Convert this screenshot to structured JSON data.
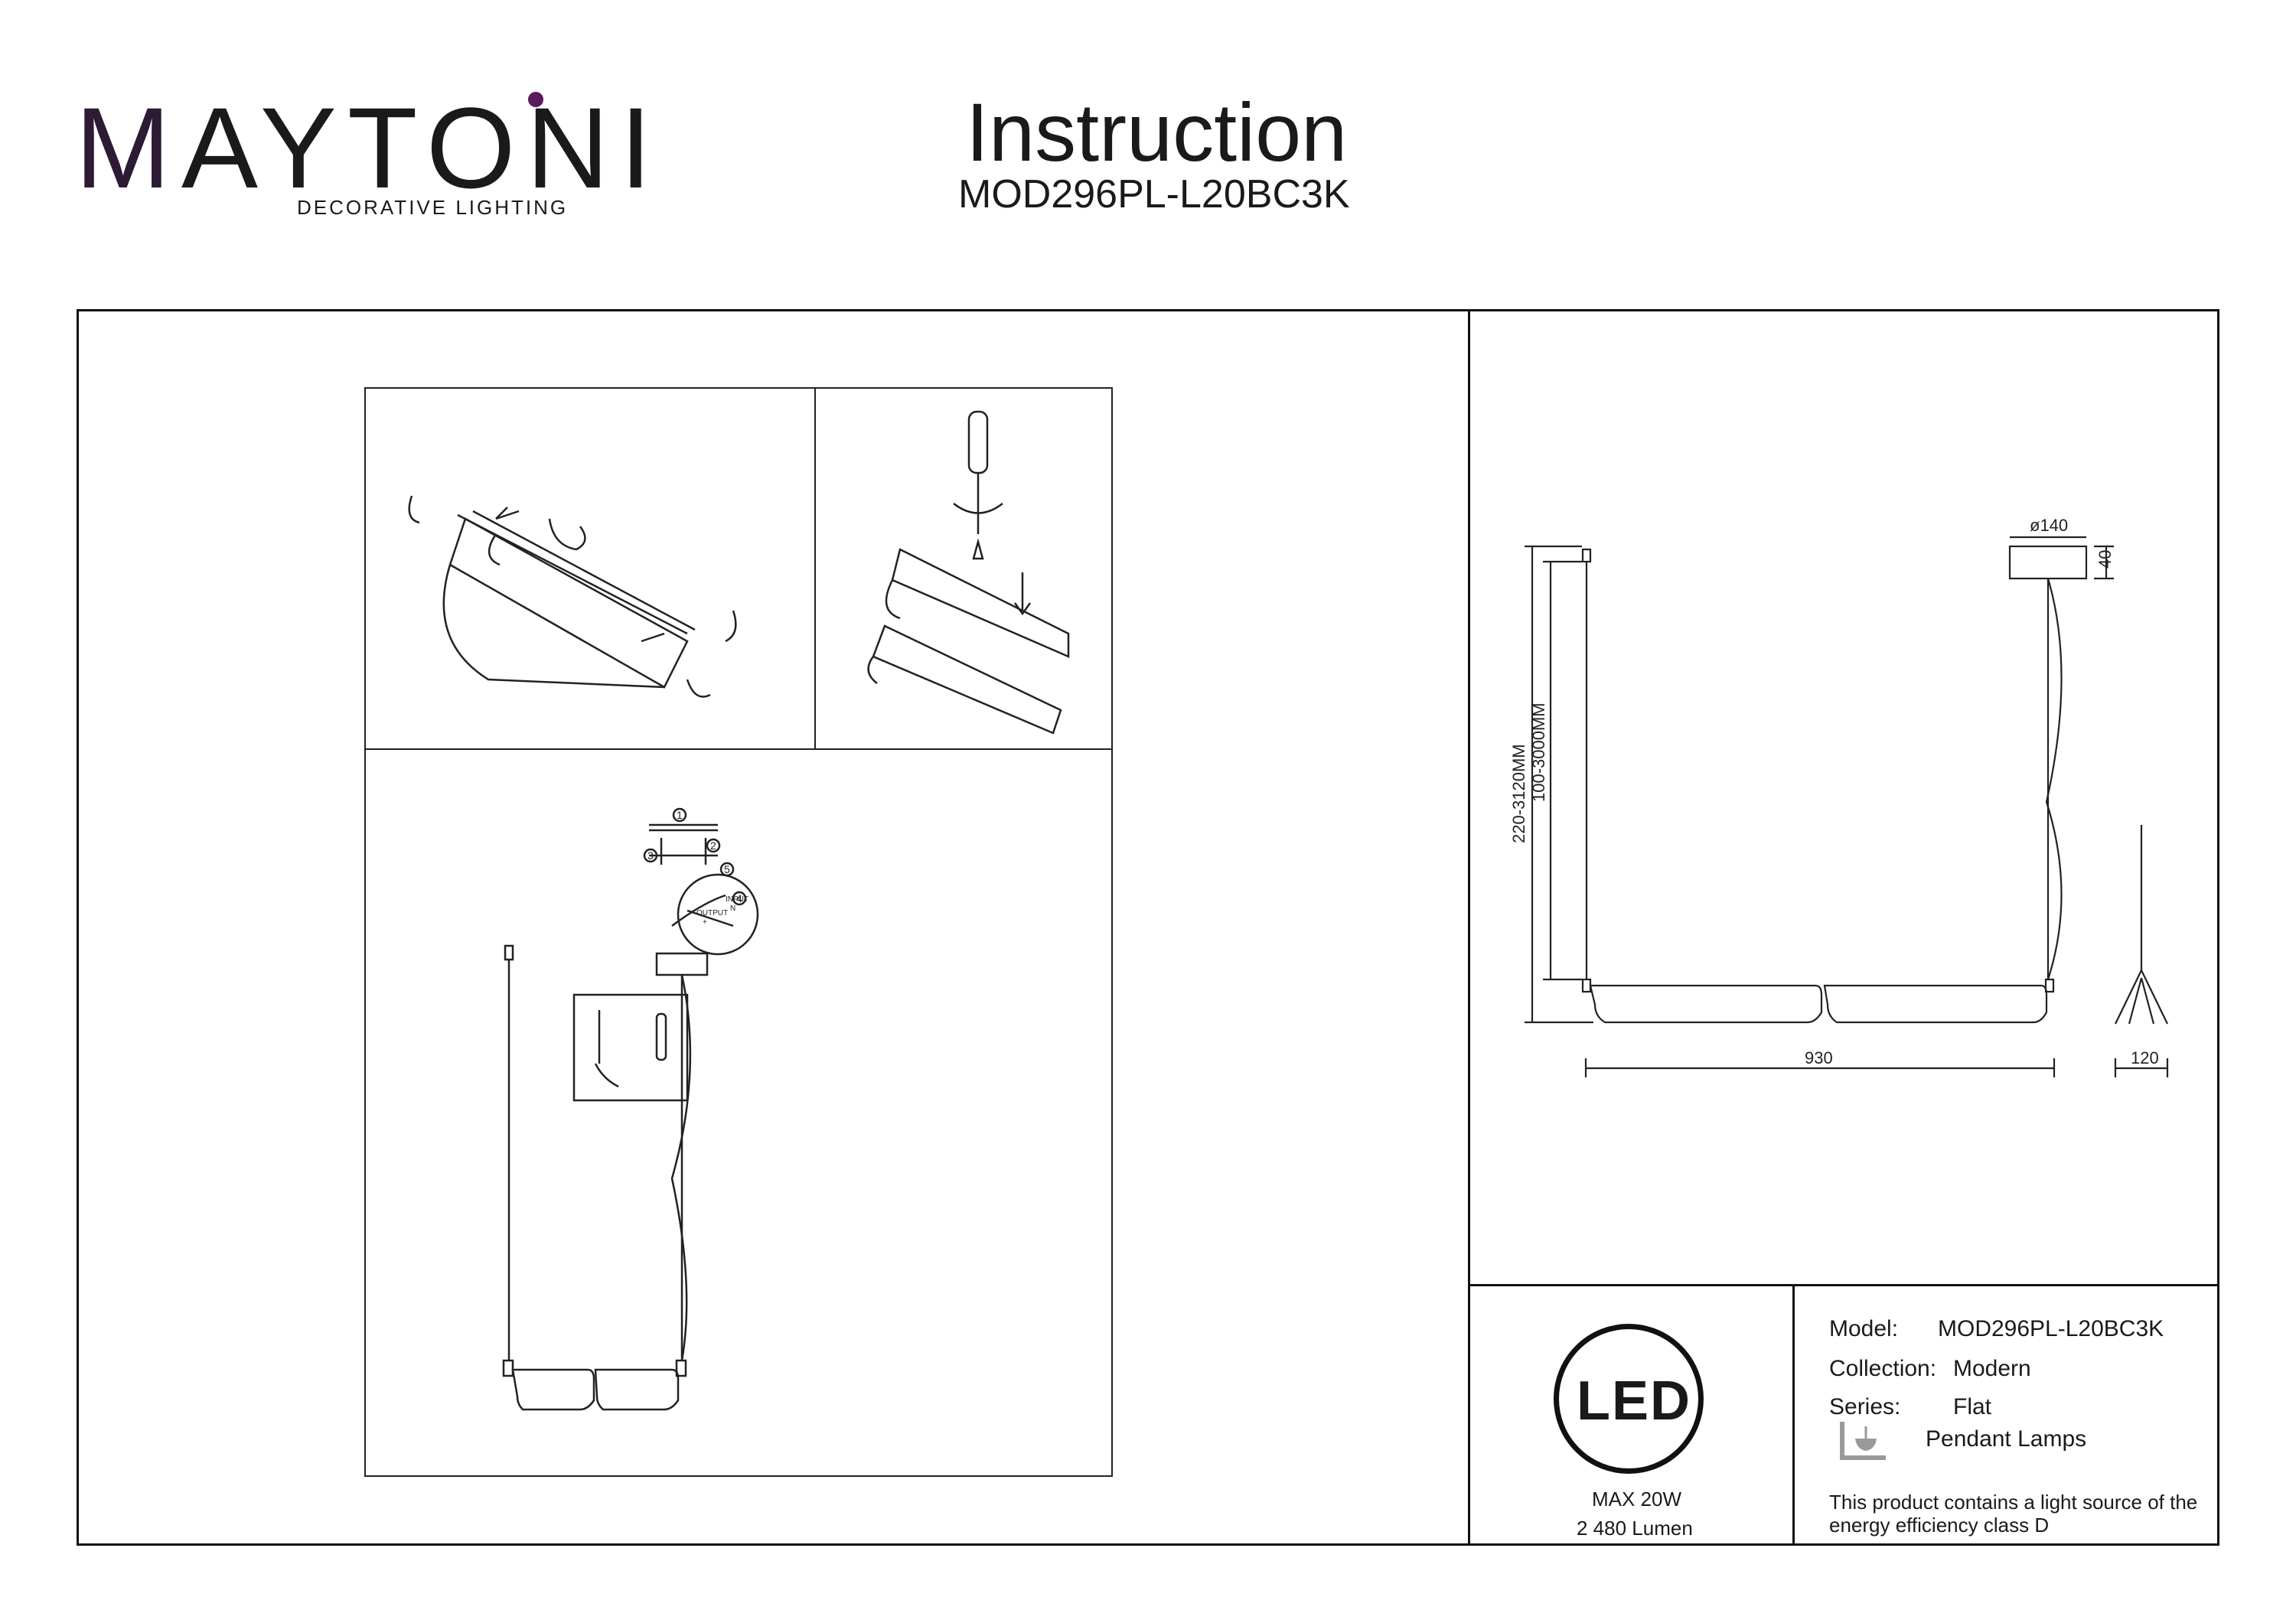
{
  "brand": {
    "name_m": "M",
    "name_rest": "AYTONI",
    "tagline": "DECORATIVE LIGHTING",
    "accent_color": "#5a1a5e"
  },
  "header": {
    "title": "Instruction",
    "model": "MOD296PL-L20BC3K"
  },
  "diagram": {
    "callouts": [
      "1",
      "2",
      "3",
      "4",
      "5"
    ],
    "connector_output": "OUTPUT",
    "connector_input": "INPUT",
    "connector_n": "N",
    "connector_plus": "+"
  },
  "dimensions": {
    "diameter": "ø140",
    "height_canopy": "40",
    "total_height": "220-3120MM",
    "cable_length": "100-3000MM",
    "width": "930",
    "depth": "120"
  },
  "led": {
    "logo_text": "LED",
    "power": "MAX 20W",
    "lumen": "2 480 Lumen"
  },
  "specs": {
    "model_label": "Model:",
    "model_value": "MOD296PL-L20BC3K",
    "collection_label": "Collection:",
    "collection_value": "Modern",
    "series_label": "Series:",
    "series_value": "Flat",
    "type_value": "Pendant Lamps",
    "energy_note_line1": "This product contains a light source of the",
    "energy_note_line2": "energy efficiency class D"
  }
}
